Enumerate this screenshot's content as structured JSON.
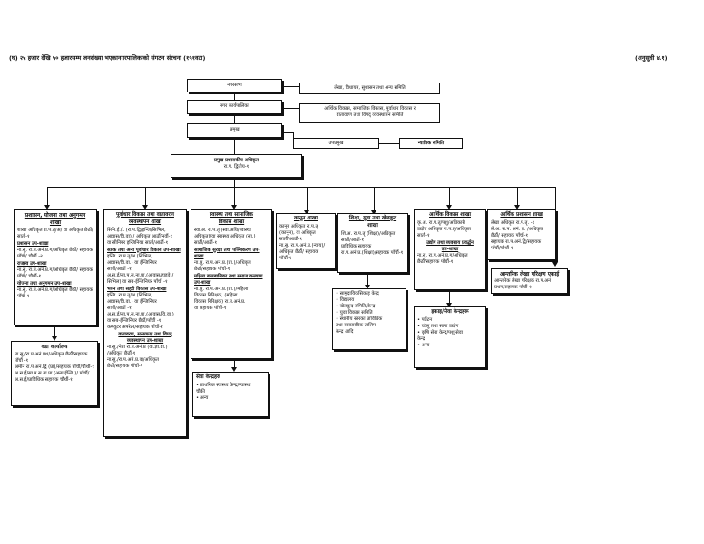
{
  "header": {
    "title": "(घ) २५ हजार देखि ५० हजारसम्म जनसंख्या भएकानगरपालिकाको संगठन संरचना  (१५१वटा)",
    "annex": "(अनुसूची ४.१)"
  },
  "top": {
    "nagarsabha": "नगरसभा",
    "nagar_karyapalika": "नगर कार्यपालिका",
    "pramukh": "प्रमुख",
    "upapramukh": "उपप्रमुख",
    "nyayik_samiti": "न्यायिक समिति",
    "sabha_committees": "लेखा, विधायन, सुशासन तथा अन्य समिति",
    "karyapalika_committees": "आर्थिक विकास, सामाजिक विकास, पूर्वाधार विकास र\nवातावरण तथा विपद् व्यवस्थापन समिति",
    "cao_title": "प्रमुख प्रशासकीय अधिकृत",
    "cao_grade": "रा.प. द्वितीय-१"
  },
  "divisions": {
    "admin": {
      "title": "प्रशासन, योजना तथा अनुगमन",
      "title2": "शाखा",
      "body1": "शाखा अधिकृत रा.प.तृ/अ/ वा अधिकृत छैठौं/ सातौं-१",
      "sub1": "प्रशासन उप-शाखा",
      "sub1_body": "ना.सु. रा.प.अनं.प्र.ग/अधिकृत छैठौं/ सहायक पाँचौं/ चौथौं -२",
      "sub2": "राजस्व उप-शाखा",
      "sub2_body": "ना.सु. रा.प.अनं.प्र.ग/अधिकृत छैठौं/ सहायक पाँचौं/ चौथौं-१",
      "sub3": "योजना तथा अनुगमन उप-शाखा",
      "sub3_body": "ना.सु. रा.प.अनं.प्र.ग/अधिकृत छैठौं/ सहायक पाँचौं-१"
    },
    "ward": {
      "title": "वडा कार्यालय",
      "body": "ना.सु./रा.प.अनं.प्रथ/अधिकृत छैठौं/सहायक पाँचौं -१\nअमीन रा.प.अनं.द्वि (प्रा)/सहायक पाँचौं/चौथौं-१\nअ.स.ई/सा.प.स.ना.प्रा.(अन्य ईन्जि.)/ पाँचौं/\nअ.स.ई/प्राविधिक सहायक चौथौं-१"
    },
    "infra": {
      "title": "पूर्वाधार विकास तथा वातावरण",
      "title2": "व्यवस्थापन शाखा",
      "body1": "सिनि.ई.ई. (रा.प.द्वि/इन्जि/सिभिल,\nआवास/वि.वा) / अधिकृत आठौं/नवौं-१\nवा सीनियर इन्जिनियर सातौं/आठौं-१",
      "sub1": "सडक तथा अन्य पूर्वाधार विकास उप-शाखा",
      "sub1_body": "इन्जि. रा.प.तृ/अ (सिभिल,\nआवास/वि.वा.) वा ईन्जिनियर\nसातौं/आठौं -१\nअ.स.ई/सा.प.स.ना.प्रा.(आवास/हाइवे)/\nसिभिल) वा सब-ईन्जिनियर पाँचौं -१",
      "sub2": "भवन तथा सहरी विकास उप-शाखा",
      "sub2_body": "इन्जि. रा.प.तृ/अ (सिभिल,\nआवास/वि.वा.) वा ईन्जिनियर\nसातौं/आठौं -१\nअ.स.ई/सा.प.स.ना.प्रा.(आवास/वि.वा.)\nवा सब-ईन्जिनियर छैठौं/पाँचौं -१\nकम्प्युटर अपरेटर/सहायक पाँचौं-१",
      "sub3": "वातावरण, सरसफाइ तथा विपद्",
      "sub3b": "व्यवस्थापन उप-शाखा",
      "sub3_body": "ना.सु./नेप्रा रा.प.अनं.प्र (वा.ज्ञा.वा.)\n/अधिकृत छैठौं-१\nना.सु./रा.प.अनं.प्र.वा/अधिकृत\nछैठौं/सहायक पाँचौं-१"
    },
    "health": {
      "title": "स्वास्थ्य तथा सामाजिक",
      "title2": "विकास शाखा",
      "body1": "स्वा.अ. रा.प.तृ (स्वा.अधि/स्वास्थ्य\nअधिकृत)/वा स्वास्थ्य अधिकृत (सा.)\nसातौं/आठौं-१",
      "sub1": "सामाजिक सुरक्षा तथा पञ्जिकरण उप-शाखा",
      "sub1_body": "ना.सु. रा.प.अनं.प्र.(प्रा.)/अधिकृत\nछैठौं/सहायक पाँचौं-१",
      "sub2": "महिला बालबालिका तथा समाज कल्याण उप-शाखा",
      "sub2_body": "ना.सु. रा.प.अनं.प्र.(प्रा.)/महिला\nविकास निरिक्षक, (महिला\nविकास निरिक्षक) रा.प.अनं.प्र.\nवा सहायक पाँचौं-१"
    },
    "health_service": {
      "title": "सेवा केन्द्रहरु",
      "body": "• प्राथमिक स्वास्थ्य केन्द्र/स्वास्थ्य\n  चौकी\n• अन्य"
    },
    "law": {
      "title": "कानून शाखा",
      "body": "कानून अधिकृत रा.प.तृ\n(कानून), वा अधिकृत\nसातौं/आठौं-१\nना.सु. रा.प.अनं.प्र.(न्याय)/\nअधिकृत छैठौं/ सहायक पाँचौं-१"
    },
    "education": {
      "title": "शिक्षा, युवा तथा खेलकुद",
      "title2": "शाखा",
      "body1": "शि.अ. रा.प.तृ (शिक्षा)/अधिकृत\nसातौं/आठौं-१\nप्राविधिक सहायक\nरा.प.अनं.प्र.(शिक्षा)/सहायक पाँचौं-१"
    },
    "education_service": {
      "body": "• सामुदायिकसिकाइ केन्द्र\n• विद्यालय\n• खेलकुद समिति/केन्द्र\n• युवा विकास समिति\n• स्थानीय स्तरका प्राविधिक\n  तथा व्यवसायिक तालिम\n  केन्द्र आदि"
    },
    "economic": {
      "title": "आर्थिक विकास शाखा",
      "body1": "कृ.अ. रा.प.तृ/पशु/अधिकारी\nउद्योग अधिकृत रा.प.तृ/अधिकृत\nसातौं-१",
      "sub1": "उद्योग तथा व्यवसाय प्रवर्द्धन",
      "sub1b": "उप-शाखा",
      "sub1_body": "ना.सु. रा.प.अनं.प्र.ग/अधिकृत\nछैठौं/सहायक पाँचौं-१"
    },
    "economic_service": {
      "title": "इकाइ/सेवा केन्द्रहरू",
      "body": "• पर्यटन\n• घरेलु तथा साना उद्योग\n• कृषि सेवा केन्द्र/पशु सेवा\n  केन्द्र\n• अन्य"
    },
    "finance": {
      "title": "आर्थिक प्रशासन शाखा",
      "body1": "लेखा अधिकृत रा.प.तृ. -१\nले.अ. रा.प. अनं. प्र. /अधिकृत\nछैठौं/ सहायक पाँचौं-१\nसहायक रा.प.अनं.द्वि/सहायक\nपाँचौं/चौथौं-१"
    },
    "audit": {
      "title": "आन्तरिक लेखा परिक्षण एकाई",
      "body": "आन्तरिक लेखा परिक्षक रा.प.अनं\nप्रथम/सहायक पाँचौं-१"
    }
  }
}
